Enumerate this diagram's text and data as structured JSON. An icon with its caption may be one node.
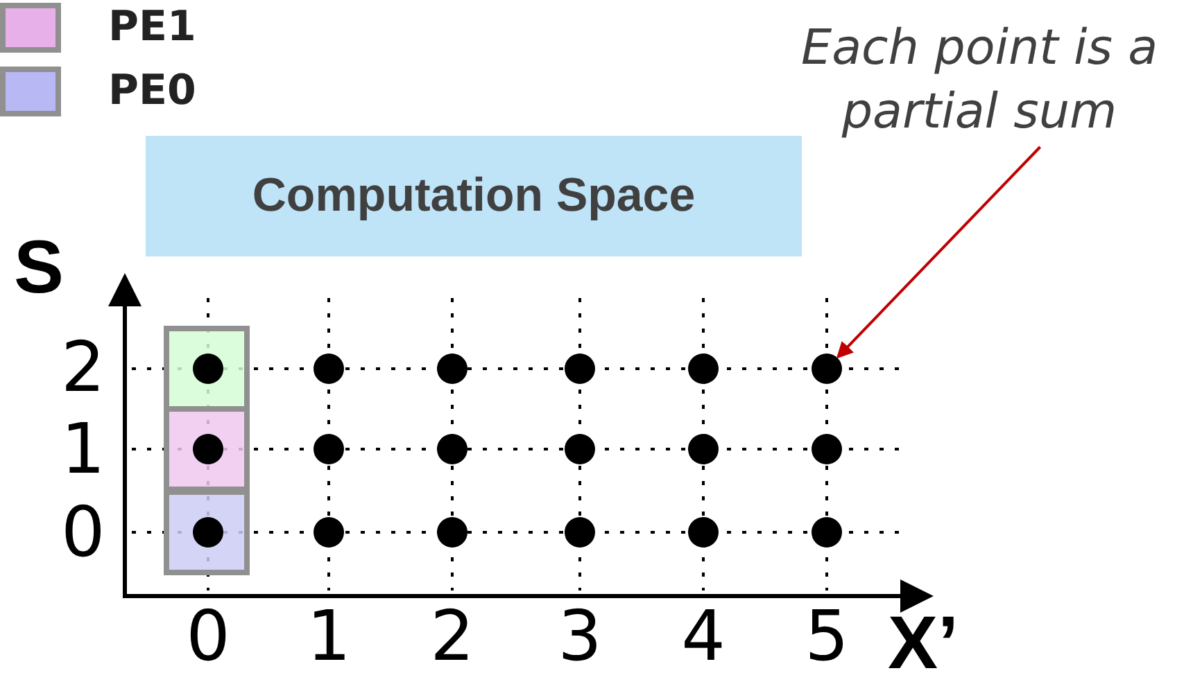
{
  "diagram": {
    "nodes": [
      {
        "text": [
          "Computation Space"
        ]
      },
      {
        "text": [
          "Each point is a partial sum"
        ]
      },
      {
        "text": [],
        "shape": "circle"
      },
      {
        "text": [],
        "shape": "circle"
      },
      {
        "text": [],
        "shape": "circle"
      },
      {
        "text": [],
        "shape": "circle"
      },
      {
        "text": [],
        "shape": "circle"
      },
      {
        "text": [],
        "shape": "circle"
      },
      {
        "text": [],
        "shape": "circle"
      },
      {
        "text": [],
        "shape": "circle"
      },
      {
        "text": [],
        "shape": "circle"
      },
      {
        "text": [],
        "shape": "circle"
      },
      {
        "text": [],
        "shape": "circle"
      },
      {
        "text": [],
        "shape": "circle"
      },
      {
        "text": [],
        "shape": "circle"
      },
      {
        "text": [],
        "shape": "circle"
      },
      {
        "text": [],
        "shape": "circle"
      },
      {
        "text": [],
        "shape": "circle"
      },
      {
        "text": [],
        "shape": "circle"
      },
      {
        "text": [],
        "shape": "circle"
      }
    ],
    "edges": [
      {
        "from": 1,
        "to": 7,
        "arrow": "to",
        "color": "#c00000"
      }
    ],
    "labels": [
      "S",
      "2",
      "1",
      "0",
      "0",
      "1",
      "2",
      "3",
      "4",
      "5",
      "X’"
    ],
    "legend": [
      {
        "text": "PE1",
        "color": "#e8b0e8"
      },
      {
        "text": "PE0",
        "color": "#b8b8f5"
      }
    ]
  }
}
